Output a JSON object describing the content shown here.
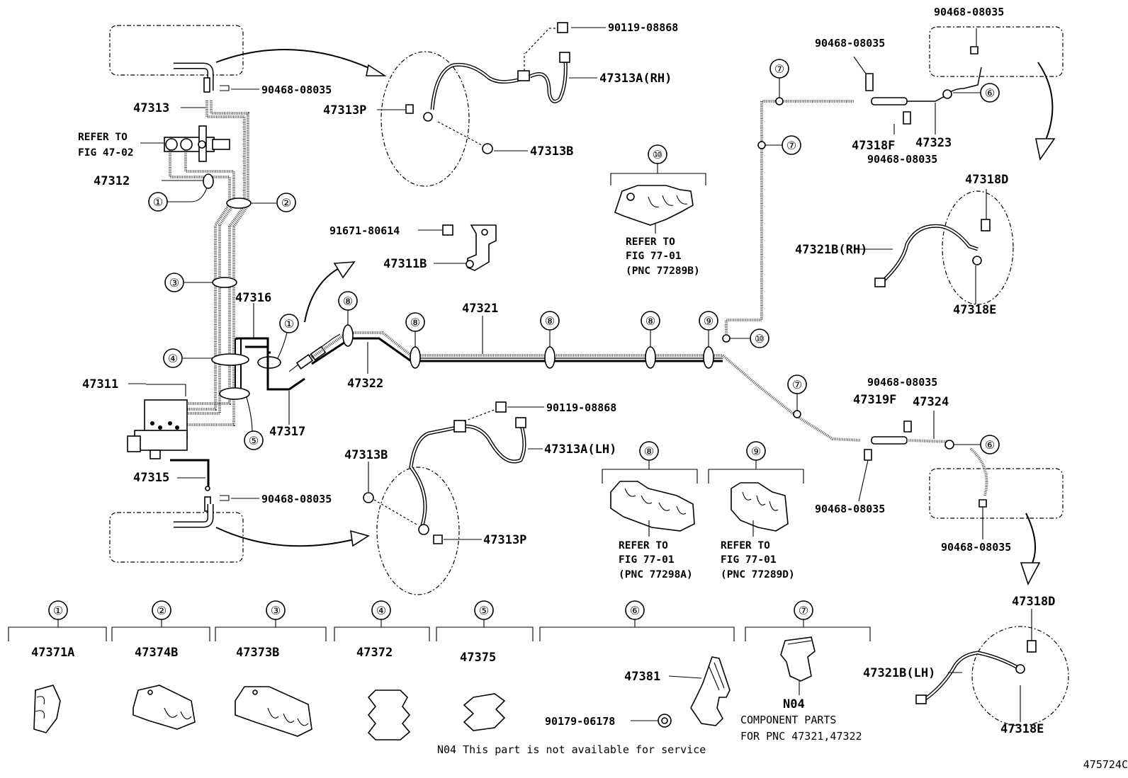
{
  "parts": {
    "p90119_top": "90119-08868",
    "p47313a_rh": "47313A(RH)",
    "p90468_tl": "90468-08035",
    "p47313_l": "47313",
    "p47313p_top": "47313P",
    "p47313b_top": "47313B",
    "refer_to": "REFER TO",
    "fig_4702": "FIG 47-02",
    "p47312": "47312",
    "p91671": "91671-80614",
    "p47311b": "47311B",
    "p47316": "47316",
    "p47311": "47311",
    "p47322": "47322",
    "p47321": "47321",
    "p47317": "47317",
    "p47315": "47315",
    "p90468_bl": "90468-08035",
    "p90119_bot": "90119-08868",
    "p47313a_lh": "47313A(LH)",
    "p47313b_bot": "47313B",
    "p47313p_bot": "47313P",
    "c10_refer": "REFER TO",
    "c10_fig": "FIG 77-01",
    "c10_pnc": "(PNC 77289B)",
    "c8_refer": "REFER TO",
    "c8_fig": "FIG 77-01",
    "c8_pnc": "(PNC 77298A)",
    "c9_refer": "REFER TO",
    "c9_fig": "FIG 77-01",
    "c9_pnc": "(PNC 77289D)",
    "p90468_r1": "90468-08035",
    "p90468_r2": "90468-08035",
    "p47318f": "47318F",
    "p47323": "47323",
    "p90468_r3": "90468-08035",
    "p47318d_top": "47318D",
    "p47321b_rh": "47321B(RH)",
    "p47318e_top": "47318E",
    "p90468_r4": "90468-08035",
    "p47319f": "47319F",
    "p47324": "47324",
    "p90468_r5": "90468-08035",
    "p90468_r6": "90468-08035",
    "p47318d_bot": "47318D",
    "p47321b_lh": "47321B(LH)",
    "p47318e_bot": "47318E"
  },
  "callouts": [
    "①",
    "②",
    "③",
    "④",
    "⑤",
    "⑥",
    "⑦",
    "⑧",
    "⑨",
    "⑩"
  ],
  "legend": [
    {
      "num": "①",
      "part": "47371A"
    },
    {
      "num": "②",
      "part": "47374B"
    },
    {
      "num": "③",
      "part": "47373B"
    },
    {
      "num": "④",
      "part": "47372"
    },
    {
      "num": "⑤",
      "part": "47375"
    },
    {
      "num": "⑥",
      "part": "47381",
      "extra": "90179-06178"
    },
    {
      "num": "⑦",
      "part": "N04",
      "note1": "COMPONENT PARTS",
      "note2": "FOR PNC 47321,47322"
    }
  ],
  "footnote": "N04 This part is not available for service",
  "figure_id": "475724C"
}
